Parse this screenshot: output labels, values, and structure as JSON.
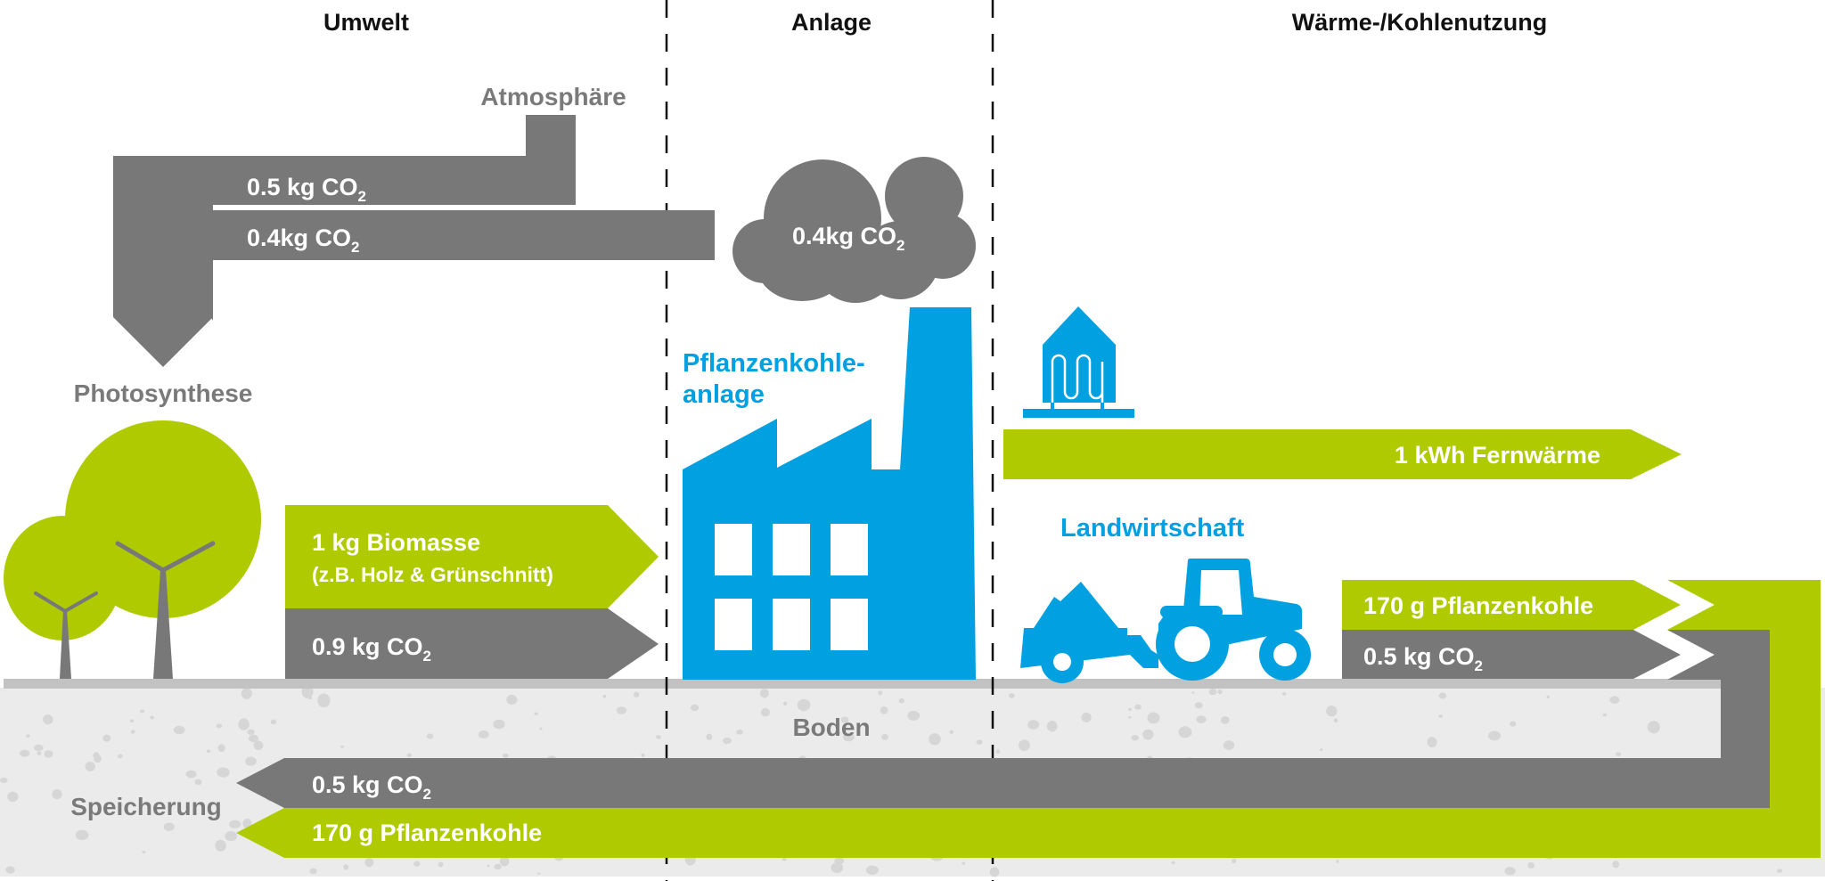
{
  "colors": {
    "green": "#afcb00",
    "gray": "#787878",
    "blue": "#00a0e1",
    "soil": "#ebebeb",
    "ground_line": "#c2c2c2",
    "soil_speck": "#d6d6d6",
    "divider": "#111111"
  },
  "sections": {
    "environment": "Umwelt",
    "plant": "Anlage",
    "usage": "Wärme-/Kohlenutzung"
  },
  "labels": {
    "atmosphere": "Atmosphäre",
    "photosynthesis": "Photosynthese",
    "plant_line1": "Pflanzenkohle-",
    "plant_line2": "anlage",
    "agriculture": "Landwirtschaft",
    "soil": "Boden",
    "storage": "Speicherung"
  },
  "flows": {
    "atmosphere_return": {
      "amount": "0.5 kg CO",
      "sub": "2"
    },
    "plant_emission": {
      "amount": "0.4kg CO",
      "sub": "2"
    },
    "cloud": {
      "amount": "0.4kg CO",
      "sub": "2"
    },
    "biomass": {
      "amount": "1 kg Biomasse",
      "note": "(z.B. Holz & Grünschnitt)"
    },
    "biomass_co2": {
      "amount": "0.9 kg CO",
      "sub": "2"
    },
    "district_heat": {
      "amount": "1 kWh Fernwärme"
    },
    "biochar_out": {
      "amount": "170 g Pflanzenkohle"
    },
    "biochar_co2_out": {
      "amount": "0.5 kg CO",
      "sub": "2"
    },
    "stored_co2": {
      "amount": "0.5 kg CO",
      "sub": "2"
    },
    "stored_biochar": {
      "amount": "170 g Pflanzenkohle"
    }
  },
  "icons": {
    "trees": "tree-icon",
    "factory": "factory-icon",
    "cloud": "cloud-icon",
    "heating": "district-heating-icon",
    "tractor": "tractor-icon"
  }
}
